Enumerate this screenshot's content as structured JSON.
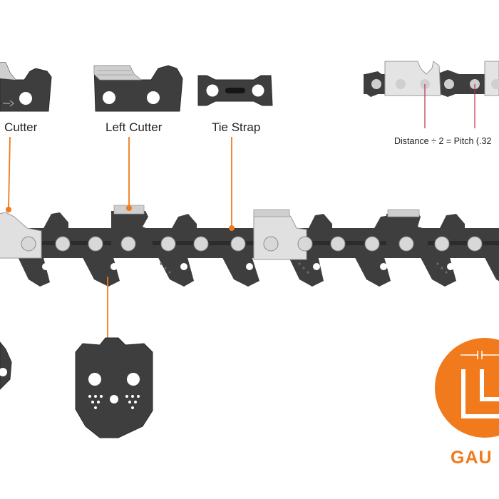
{
  "labels": {
    "right_cutter": "Cutter",
    "left_cutter": "Left Cutter",
    "tie_strap": "Tie Strap",
    "pitch_formula": "Distance ÷ 2 = Pitch (.32",
    "gauge": "GAU"
  },
  "colors": {
    "accent": "#f07a1c",
    "steel_dark": "#3e3e3e",
    "steel_light": "#d8d8d8",
    "pitch_line": "#b8324a",
    "text": "#222222"
  },
  "icons": {
    "gauge_badge": "gauge-width-icon"
  }
}
